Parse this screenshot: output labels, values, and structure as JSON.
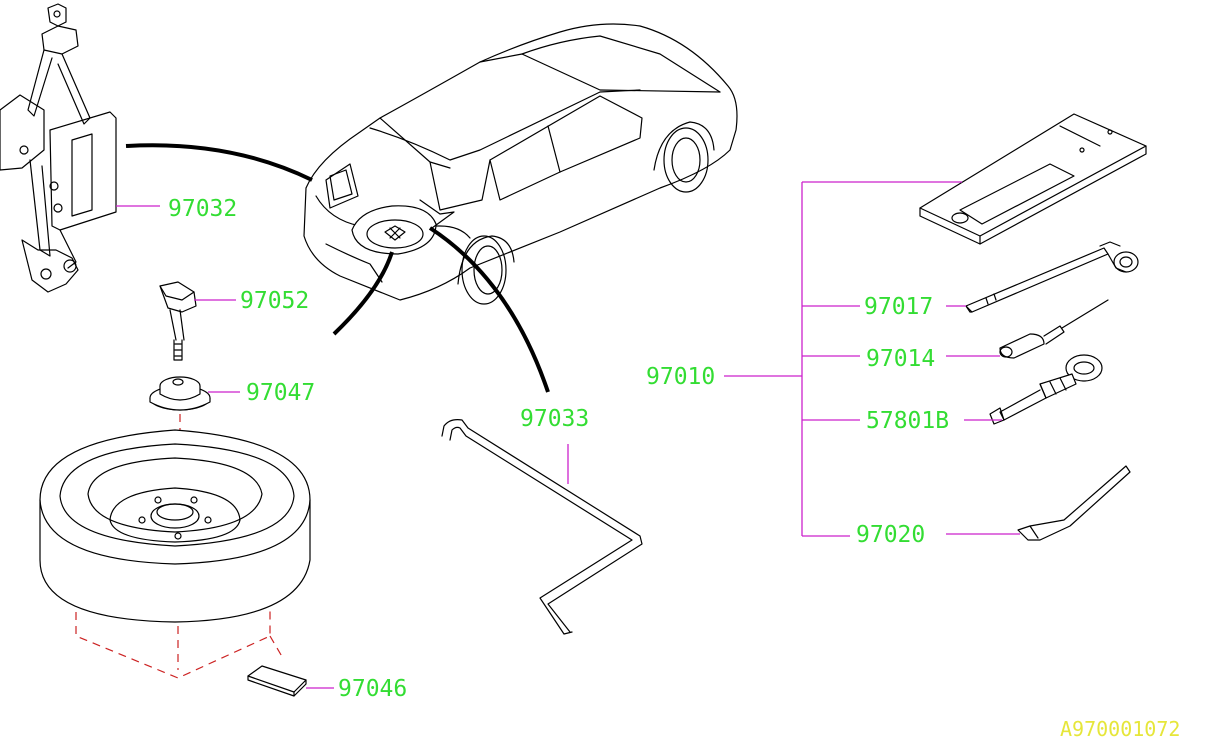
{
  "diagram": {
    "callouts": [
      {
        "id": "jack",
        "label": "97032"
      },
      {
        "id": "valve",
        "label": "97052"
      },
      {
        "id": "cap",
        "label": "97047"
      },
      {
        "id": "bar",
        "label": "97033"
      },
      {
        "id": "plate",
        "label": "97046"
      },
      {
        "id": "kit",
        "label": "97010"
      },
      {
        "id": "wrench",
        "label": "97017"
      },
      {
        "id": "pin",
        "label": "97014"
      },
      {
        "id": "towhook",
        "label": "57801B"
      },
      {
        "id": "lever",
        "label": "97020"
      }
    ],
    "figure_code": "A970001072"
  }
}
